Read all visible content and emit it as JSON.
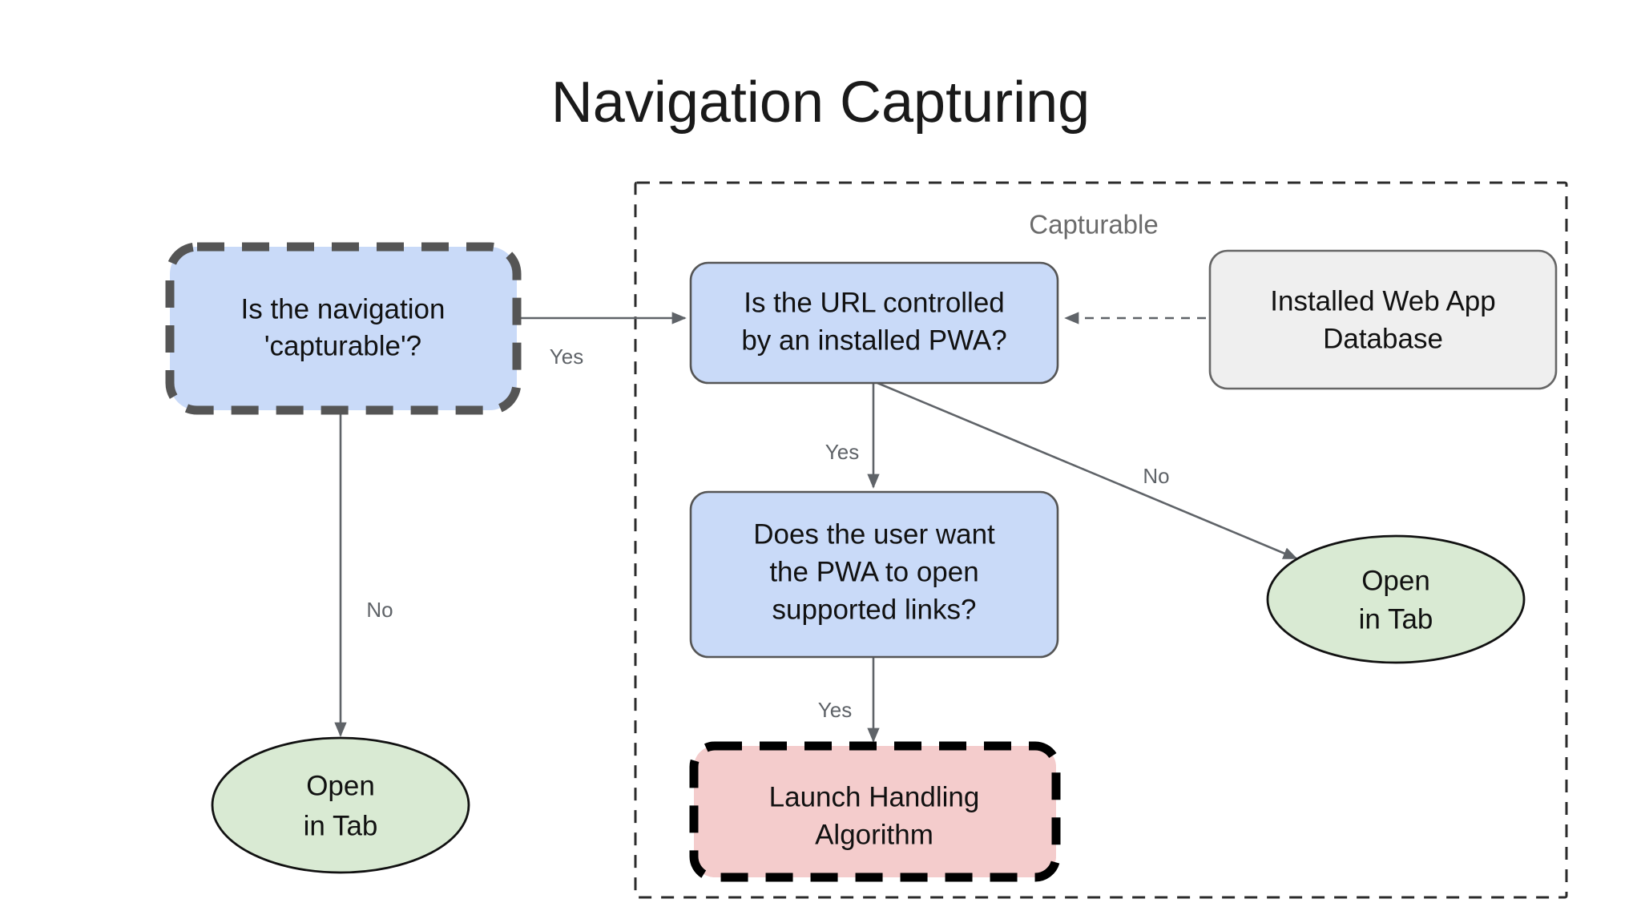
{
  "page": {
    "title": "Navigation Capturing",
    "background_color": "#ffffff"
  },
  "colors": {
    "decision_fill": "#c9daf8",
    "decision_stroke": "#555555",
    "highlight_stroke": "#555555",
    "datastore_fill": "#efefef",
    "datastore_stroke": "#666666",
    "terminal_fill": "#d9ead3",
    "terminal_stroke": "#111111",
    "algorithm_fill": "#f4cccc",
    "algorithm_stroke": "#000000",
    "edge_color": "#5f6368",
    "group_stroke": "#2b2b2b",
    "label_color": "#5f6368",
    "group_label_color": "#6b6b6b",
    "text_color": "#111111"
  },
  "group": {
    "label": "Capturable"
  },
  "nodes": {
    "is_navigation_capturable": {
      "line1": "Is the navigation",
      "line2": "'capturable'?",
      "shape": "rounded-rect",
      "style": "dashed-highlight"
    },
    "is_url_controlled": {
      "line1": "Is the URL controlled",
      "line2": "by an installed PWA?",
      "shape": "rounded-rect",
      "style": "solid"
    },
    "installed_web_app_database": {
      "line1": "Installed Web App",
      "line2": "Database",
      "shape": "rounded-rect",
      "style": "datastore"
    },
    "does_user_want_pwa": {
      "line1": "Does the user want",
      "line2": "the PWA to open",
      "line3": "supported links?",
      "shape": "rounded-rect",
      "style": "solid"
    },
    "launch_handling_algorithm": {
      "line1": "Launch Handling",
      "line2": "Algorithm",
      "shape": "rounded-rect",
      "style": "dashed-algorithm"
    },
    "open_in_tab_left": {
      "line1": "Open",
      "line2": "in Tab",
      "shape": "ellipse",
      "style": "terminal"
    },
    "open_in_tab_right": {
      "line1": "Open",
      "line2": "in Tab",
      "shape": "ellipse",
      "style": "terminal"
    }
  },
  "edges": {
    "capturable_yes": {
      "label": "Yes",
      "from": "is_navigation_capturable",
      "to": "is_url_controlled",
      "style": "solid"
    },
    "capturable_no": {
      "label": "No",
      "from": "is_navigation_capturable",
      "to": "open_in_tab_left",
      "style": "solid"
    },
    "url_yes": {
      "label": "Yes",
      "from": "is_url_controlled",
      "to": "does_user_want_pwa",
      "style": "solid"
    },
    "url_no": {
      "label": "No",
      "from": "is_url_controlled",
      "to": "open_in_tab_right",
      "style": "solid"
    },
    "user_yes": {
      "label": "Yes",
      "from": "does_user_want_pwa",
      "to": "launch_handling_algorithm",
      "style": "solid"
    },
    "database_lookup": {
      "label": "",
      "from": "installed_web_app_database",
      "to": "is_url_controlled",
      "style": "dashed"
    }
  }
}
